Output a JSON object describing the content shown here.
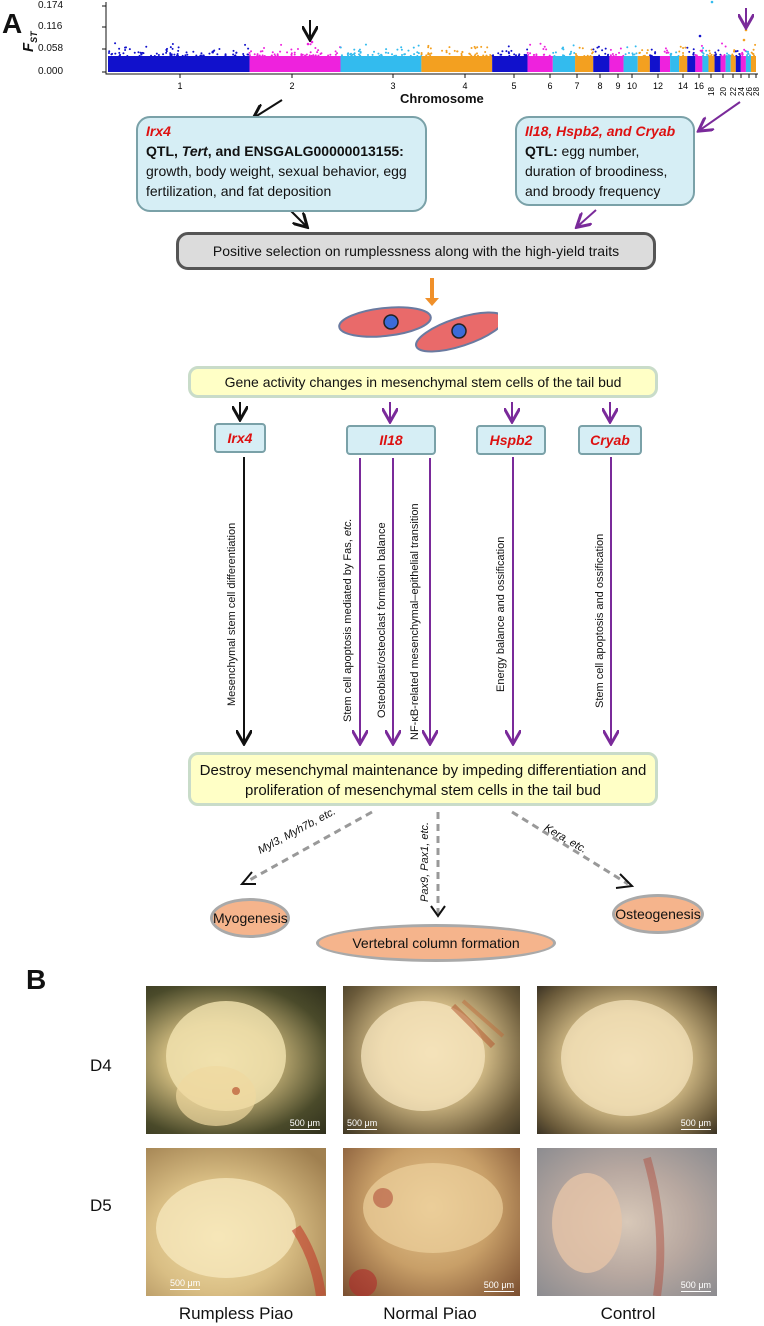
{
  "panelA": {
    "label": "A",
    "manhattan": {
      "ylabel": "F",
      "ylabel_sub": "ST",
      "yticks": [
        "0.174",
        "0.116",
        "0.058",
        "0.000"
      ],
      "xlabel": "Chromosome",
      "xticks": [
        "1",
        "2",
        "3",
        "4",
        "5",
        "6",
        "7",
        "8",
        "9",
        "10",
        "12",
        "14",
        "16",
        "18",
        "20",
        "22",
        "24",
        "26",
        "28"
      ],
      "colors": [
        "#1111cc",
        "#ee22dd",
        "#33bbee",
        "#f3a020"
      ]
    },
    "box_left": {
      "genes": "Irx4",
      "qtl_prefix": "QTL, ",
      "tert": "Tert",
      "qtl_mid": ", and ENSGALG00000013155:",
      "traits": "growth, body weight, sexual behavior, egg fertilization, and fat deposition"
    },
    "box_right": {
      "genes": "Il18, Hspb2, and Cryab",
      "qtl": "QTL:",
      "traits": "egg number, duration of broodiness, and broody frequency"
    },
    "selection": "Positive selection on rumplessness along with the high-yield traits",
    "gene_activity": "Gene activity changes in mesenchymal stem cells of the tail bud",
    "gene_boxes": [
      "Irx4",
      "Il18",
      "Hspb2",
      "Cryab"
    ],
    "pathways": {
      "irx4": "Mesenchymal stem cell differentiation",
      "il18_a": "Stem cell apoptosis mediated by Fas, etc.",
      "il18_b": "Osteoblast/osteoclast formation balance",
      "il18_c": "NF-κB-related mesenchymal–epithelial transition",
      "hspb2": "Energy balance and ossification",
      "cryab": "Stem cell apoptosis and ossification"
    },
    "destroy": "Destroy mesenchymal maintenance by impeding differentiation and proliferation of mesenchymal stem cells in the tail bud",
    "branches": {
      "left": "Myl3, Myh7b, etc.",
      "mid": "Pax9, Pax1, etc.",
      "right": "Kera, etc."
    },
    "outcomes": {
      "myogenesis": "Myogenesis",
      "vertebral": "Vertebral column formation",
      "osteogenesis": "Osteogenesis"
    }
  },
  "panelB": {
    "label": "B",
    "rows": [
      "D4",
      "D5"
    ],
    "columns": [
      "Rumpless Piao",
      "Normal Piao",
      "Control"
    ],
    "scale_bar": "500 μm"
  }
}
